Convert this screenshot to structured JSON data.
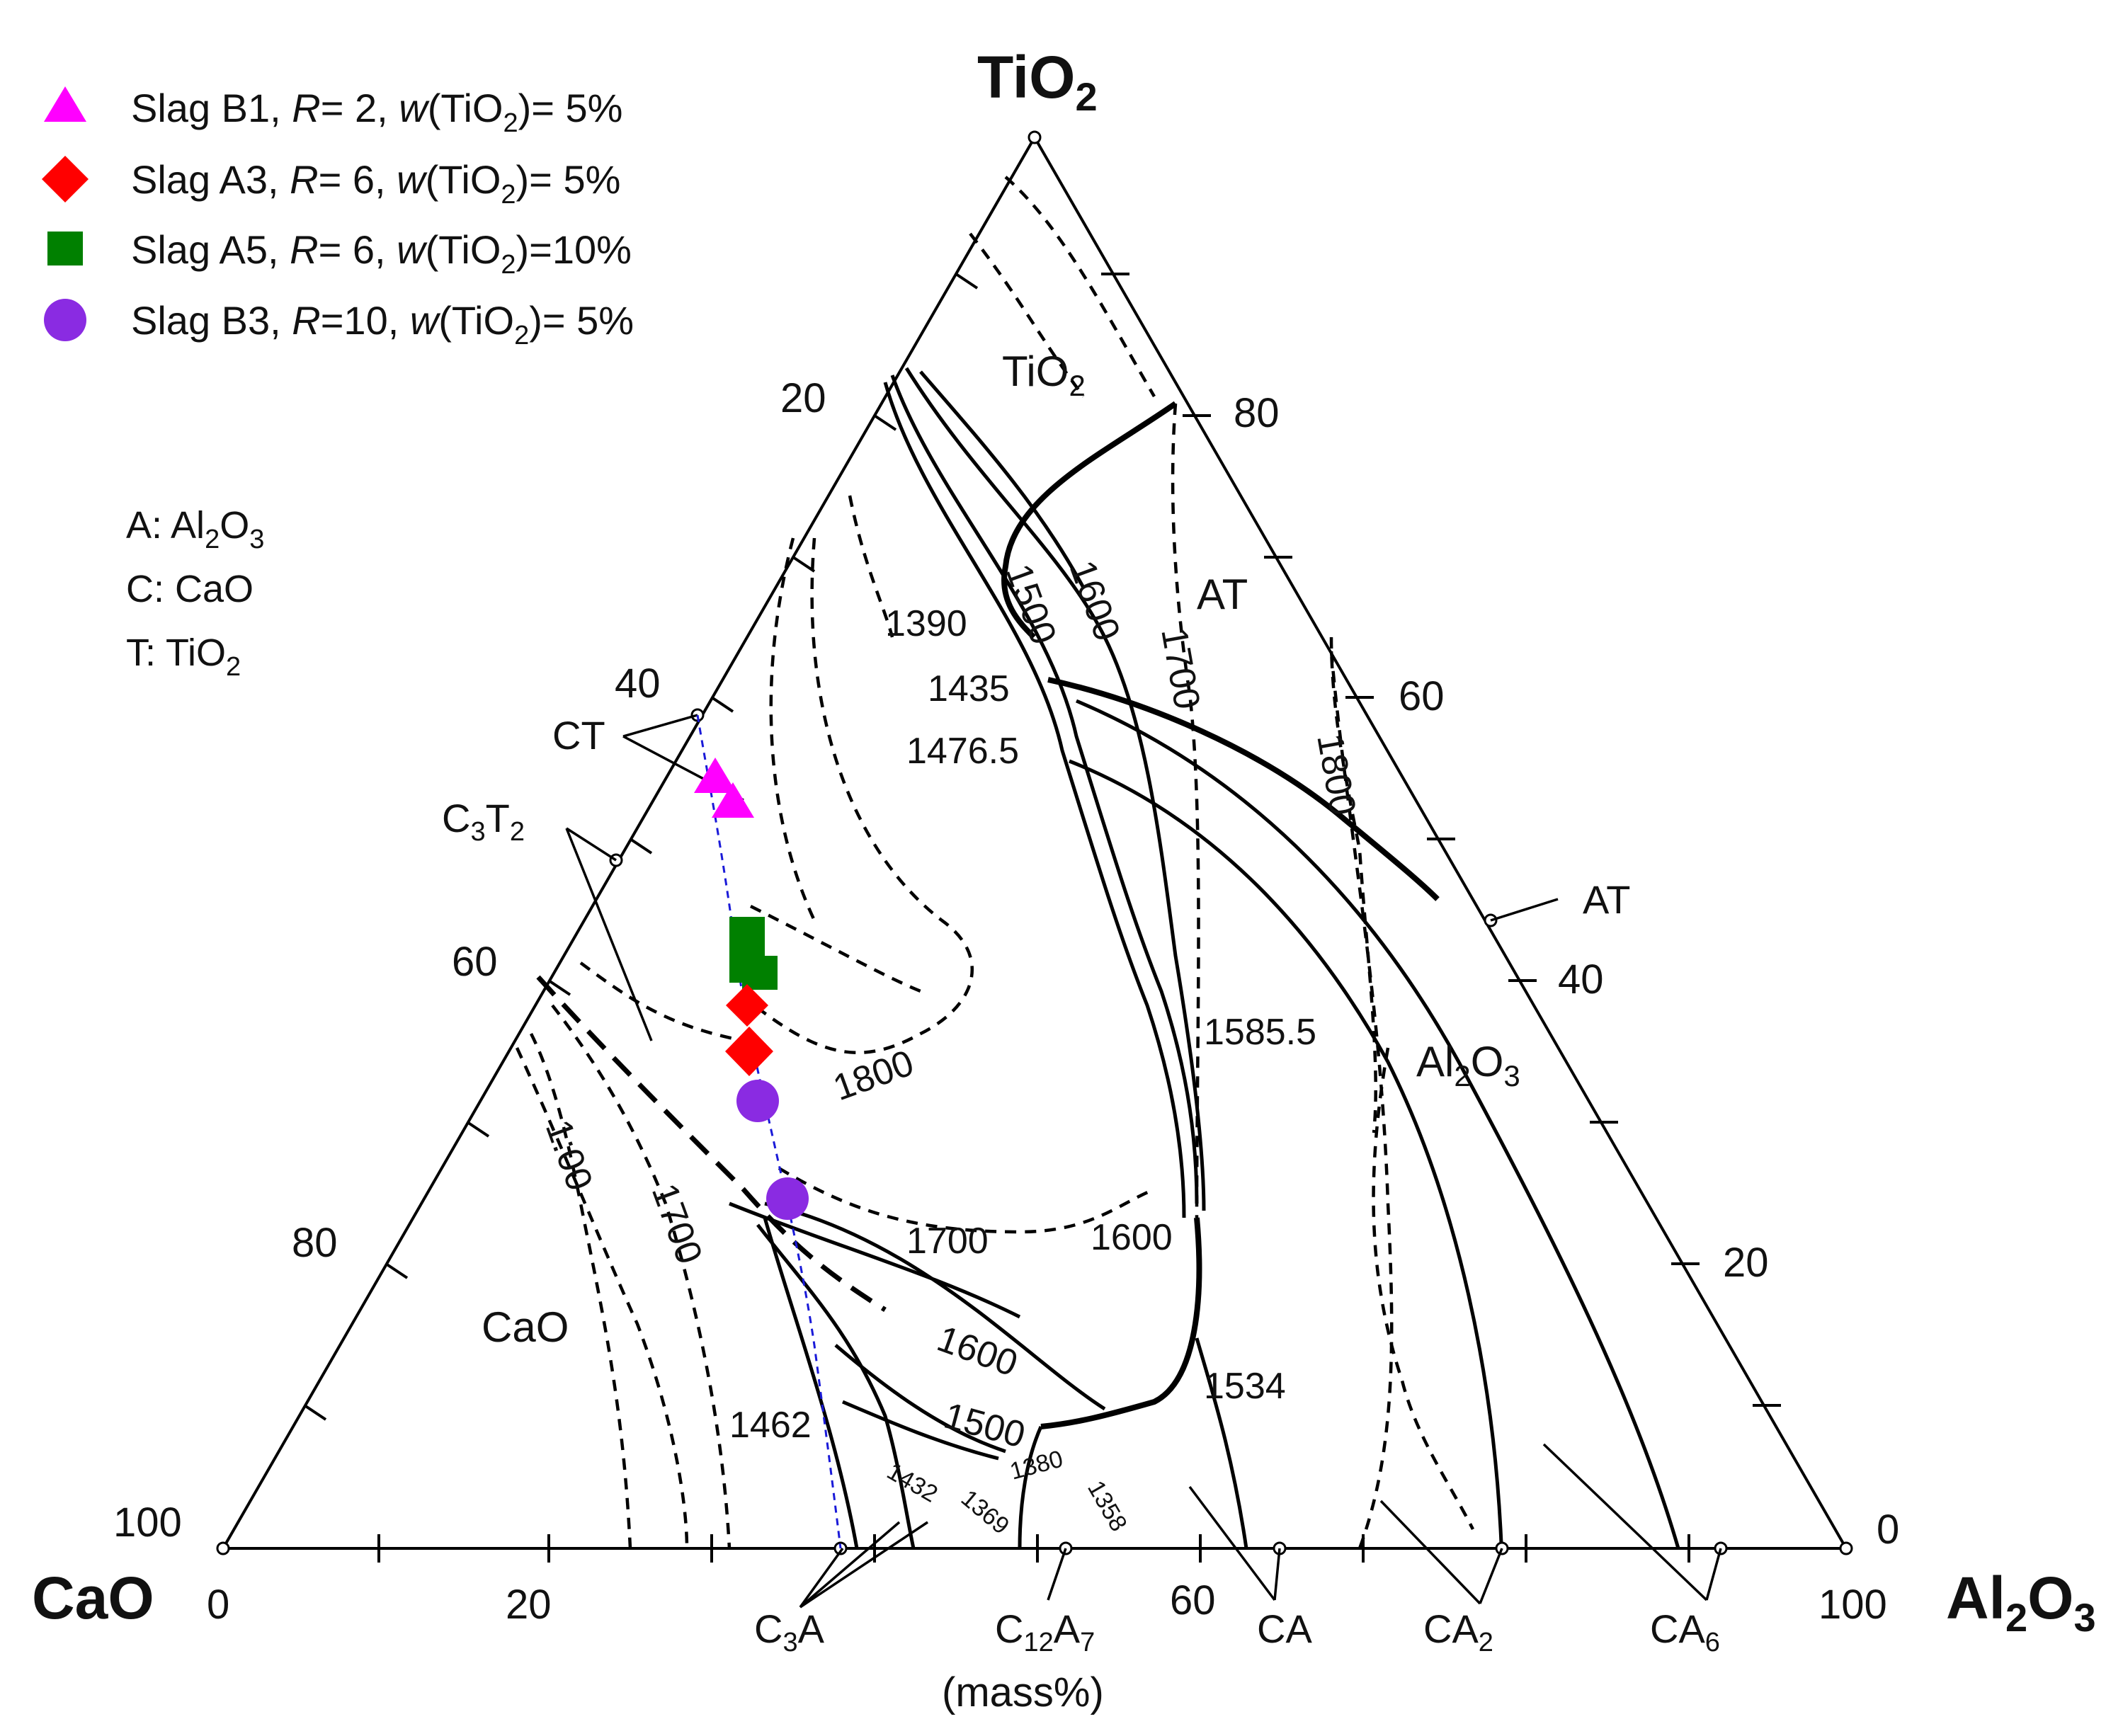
{
  "apex_labels": {
    "top": "TiO",
    "top_sub": "2",
    "left": "CaO",
    "right_main": "Al",
    "right_sub1": "2",
    "right_mid": "O",
    "right_sub2": "3"
  },
  "unit_label": "(mass%)",
  "axis_ticks": {
    "bottom": [
      "0",
      "20",
      "60",
      "100"
    ],
    "left": [
      "20",
      "40",
      "60",
      "80",
      "100"
    ],
    "right": [
      "80",
      "60",
      "40",
      "20",
      "0"
    ]
  },
  "legend": [
    {
      "marker": "triangle",
      "color": "#ff00ff",
      "prefix": "Slag B1, ",
      "r_label": "R",
      "r_value": "= 2, ",
      "w_label": "w",
      "w_text": "(TiO",
      "w_sub": "2",
      "w_value": ")= 5%"
    },
    {
      "marker": "diamond",
      "color": "#ff0000",
      "prefix": "Slag A3, ",
      "r_label": "R",
      "r_value": "= 6, ",
      "w_label": "w",
      "w_text": "(TiO",
      "w_sub": "2",
      "w_value": ")= 5%"
    },
    {
      "marker": "square",
      "color": "#008000",
      "prefix": "Slag A5, ",
      "r_label": "R",
      "r_value": "= 6, ",
      "w_label": "w",
      "w_text": "(TiO",
      "w_sub": "2",
      "w_value": ")=10%"
    },
    {
      "marker": "circle",
      "color": "#8a2be2",
      "prefix": "Slag B3, ",
      "r_label": "R",
      "r_value": "=10, ",
      "w_label": "w",
      "w_text": "(TiO",
      "w_sub": "2",
      "w_value": ")= 5%"
    }
  ],
  "key": [
    {
      "text": "A: Al",
      "sub": "2",
      "tail": "O",
      "sub2": "3"
    },
    {
      "text": "C: CaO",
      "sub": "",
      "tail": "",
      "sub2": ""
    },
    {
      "text": "T: TiO",
      "sub": "2",
      "tail": "",
      "sub2": ""
    }
  ],
  "phase_fields": {
    "tio2_main": "TiO",
    "tio2_sub": "2",
    "at_field": "AT",
    "al2o3_main": "Al",
    "al2o3_sub1": "2",
    "al2o3_mid": "O",
    "al2o3_sub2": "3",
    "cao": "CaO"
  },
  "compounds": {
    "ct": "CT",
    "c3t2_c": "C",
    "c3t2_3": "3",
    "c3t2_t": "T",
    "c3t2_2": "2",
    "at_side": "AT",
    "c3a_c": "C",
    "c3a_3": "3",
    "c3a_a": "A",
    "c12a7_c": "C",
    "c12a7_12": "12",
    "c12a7_a": "A",
    "c12a7_7": "7",
    "ca": "CA",
    "ca2_ca": "CA",
    "ca2_2": "2",
    "ca6_ca": "CA",
    "ca6_6": "6"
  },
  "isotherm_labels": {
    "t1390": "1390",
    "t1435": "1435",
    "t1476": "1476.5",
    "t1500a": "1500",
    "t1600a": "1600",
    "t1700a": "1700",
    "t1800a": "1800",
    "t1800b": "1800",
    "t1700b": "1700",
    "t1700c": "1700",
    "t1600b": "1600",
    "t1600c": "1600",
    "t1500b": "1500",
    "t1585": "1585.5",
    "t1534": "1534",
    "t1462": "1462",
    "t1700d": "1:00",
    "t1432": "1432",
    "t1369": "1369",
    "t1380": "1380",
    "t1358": "1358"
  },
  "colors": {
    "triangle": "#ff00ff",
    "diamond": "#ff0000",
    "square": "#008000",
    "circle": "#8a2be2",
    "trend_line": "#1a1ad8"
  }
}
